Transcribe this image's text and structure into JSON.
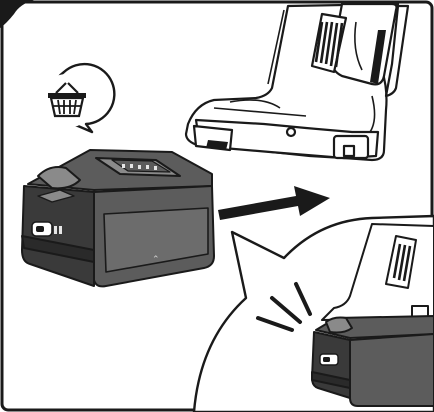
{
  "illustration": {
    "kind": "line-art instruction step",
    "subjects": [
      "power-tool-handle",
      "battery-pack",
      "insert-arrow",
      "click-callout"
    ]
  },
  "icons": {
    "badge": "shopping-basket-icon",
    "arrow": "arrow-right-icon",
    "callout": "click-sound-lines-icon"
  },
  "colors": {
    "ink": "#1a1a1a",
    "battery_body": "#5c5c5c",
    "battery_dark": "#3a3a3a",
    "battery_light": "#8a8a8a",
    "paper": "#ffffff"
  }
}
